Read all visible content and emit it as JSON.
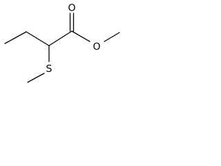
{
  "molecule": {
    "atoms": {
      "oxygen_carbonyl": "O",
      "oxygen_ester": "O",
      "sulfur": "S"
    }
  },
  "colors": {
    "background": "#ffffff",
    "bond": "#000000",
    "label": "#000000"
  }
}
